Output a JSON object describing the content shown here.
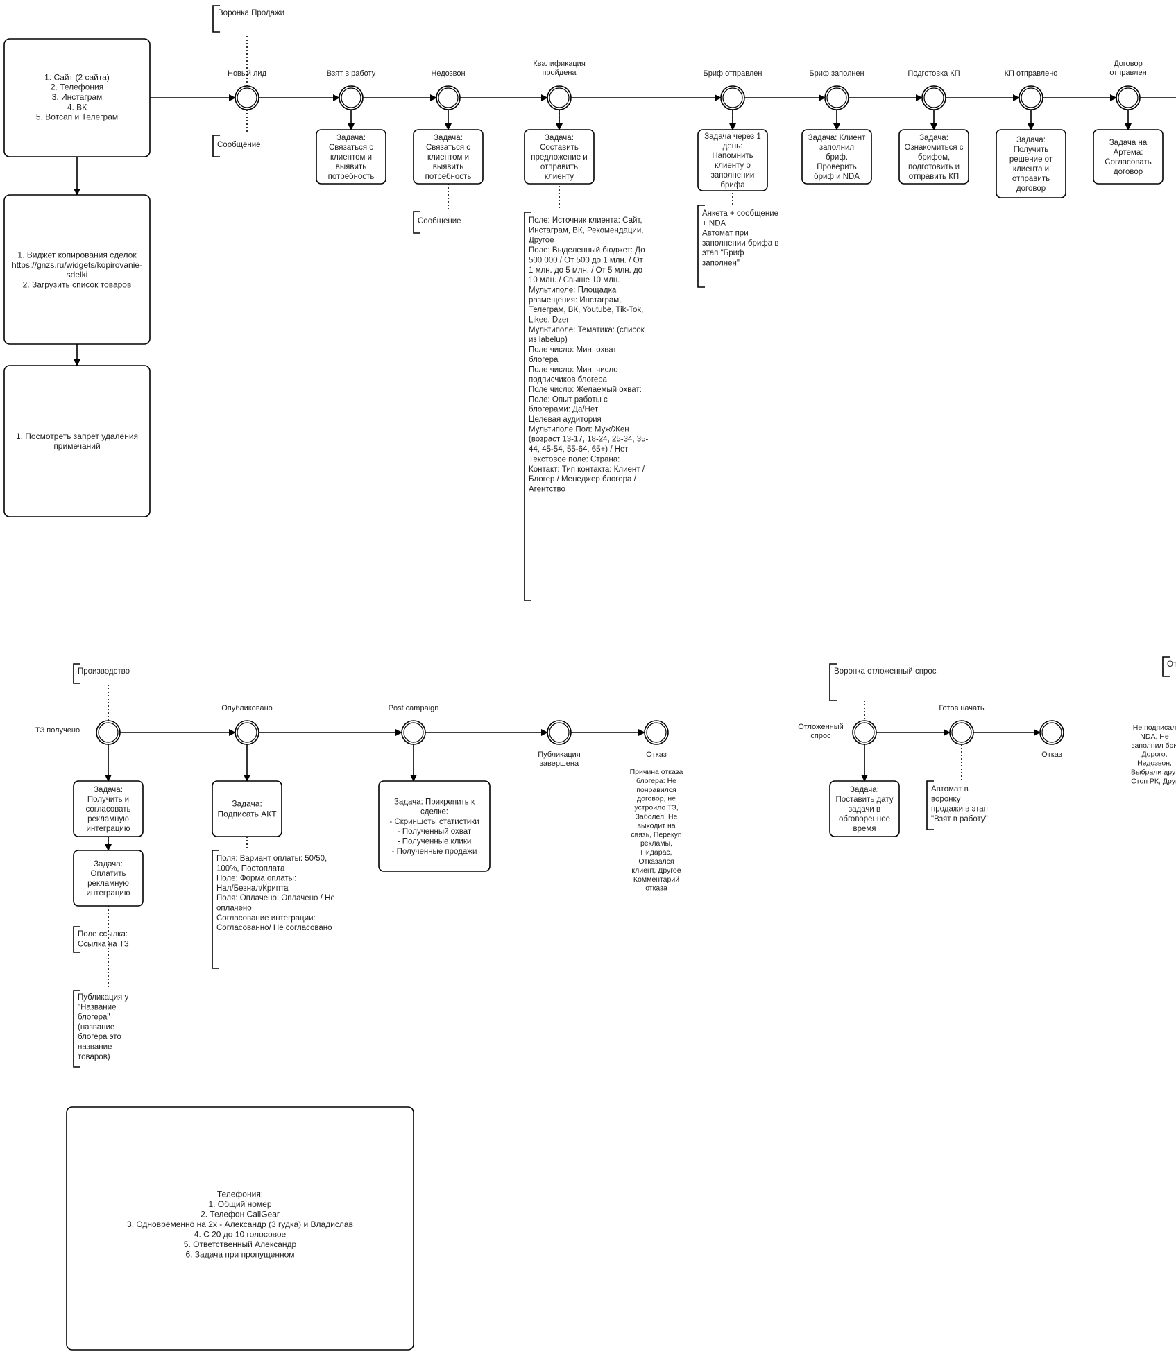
{
  "funnel_sales": {
    "title": "Воронка Продажи",
    "sources_box": [
      "1. Сайт (2 сайта)",
      "2. Телефония",
      "3. Инстаграм",
      "4. ВК",
      "5. Вотсап и Телеграм"
    ],
    "widget_box": [
      "1. Виджет копирования сделок",
      "https://gnzs.ru/widgets/kopirovanie-",
      "sdelki",
      "2. Загрузить список товаров"
    ],
    "notes_box": [
      "1. Посмотреть запрет удаления",
      "примечаний"
    ],
    "stages": [
      {
        "label": [
          "Новый лид"
        ],
        "task": [],
        "note": [
          "Сообщение"
        ]
      },
      {
        "label": [
          "Взят в работу"
        ],
        "task": [
          "Задача:",
          "Связаться с",
          "клиентом и",
          "выявить",
          "потребность"
        ]
      },
      {
        "label": [
          "Недозвон"
        ],
        "task": [
          "Задача:",
          "Связаться с",
          "клиентом и",
          "выявить",
          "потребность"
        ],
        "note": [
          "Сообщение"
        ]
      },
      {
        "label": [
          "Квалификация",
          "пройдена"
        ],
        "task": [
          "Задача:",
          "Составить",
          "предложение и",
          "отправить",
          "клиенту"
        ]
      },
      {
        "label": [
          "Бриф отправлен"
        ],
        "task": [
          "Задача через 1",
          "день:",
          "Напомнить",
          "клиенту о",
          "заполнении",
          "брифа"
        ]
      },
      {
        "label": [
          "Бриф заполнен"
        ],
        "task": [
          "Задача: Клиент",
          "заполнил",
          "бриф.",
          "Проверить",
          "бриф и NDA"
        ]
      },
      {
        "label": [
          "Подготовка КП"
        ],
        "task": [
          "Задача:",
          "Ознакомиться с",
          "брифом,",
          "подготовить и",
          "отправить КП"
        ]
      },
      {
        "label": [
          "КП отправлено"
        ],
        "task": [
          "Задача:",
          "Получить",
          "решение от",
          "клиента и",
          "отправить",
          "договор"
        ]
      },
      {
        "label": [
          "Договор",
          "отправлен"
        ],
        "task": [
          "Задача на",
          "Артема:",
          "Согласовать",
          "договор"
        ]
      }
    ],
    "qualification_fields": [
      "Поле: Источник клиента: Сайт,",
      "Инстаграм, ВК, Рекомендации,",
      "Другое",
      "",
      "Поле: Выделенный бюджет: До",
      "500 000 / От 500 до 1 млн. / От",
      "1 млн. до 5 млн. / От 5 млн. до",
      "10 млн. / Свыше 10 млн.",
      "",
      "Мультиполе: Площадка",
      "размещения: Инстаграм,",
      "Телеграм, ВК, Youtube, Tik-Tok,",
      "Likee, Dzen",
      "",
      "Мультиполе: Тематика: (список",
      "из labelup)",
      "",
      "Поле число: Мин. охват",
      "блогера",
      "",
      "Поле число: Мин. число",
      "подписчиков блогера",
      "",
      "Поле число: Желаемый охват:",
      "",
      "Поле: Опыт работы с",
      "блогерами: Да/Нет",
      "",
      "Целевая аудитория",
      "Мультиполе Пол: Муж/Жен",
      "(возраст 13-17, 18-24, 25-34, 35-",
      "44, 45-54, 55-64, 65+) / Нет",
      "",
      "Текстовое поле: Страна:",
      "",
      "Контакт: Тип контакта: Клиент /",
      "Блогер / Менеджер блогера /",
      "Агентство"
    ],
    "brief_note": [
      "Анкета + сообщение",
      "+ NDA",
      "",
      "Автомат при",
      "заполнении брифа в",
      "этап \"Бриф",
      "заполнен\""
    ]
  },
  "funnel_production": {
    "title": "Производство",
    "start_label": "ТЗ получено",
    "stage_published": "Опубликовано",
    "stage_post_campaign": "Post campaign",
    "stage_publication_done": [
      "Публикация",
      "завершена"
    ],
    "stage_refusal": "Отказ",
    "task_agree": [
      "Задача:",
      "Получить и",
      "согласовать",
      "рекламную",
      "интеграцию"
    ],
    "task_pay": [
      "Задача:",
      "Оплатить",
      "рекламную",
      "интеграцию"
    ],
    "task_sign": [
      "Задача:",
      "Подписать АКТ"
    ],
    "task_attach": [
      "Задача: Прикрепить к",
      "сделке:",
      "- Скриншоты статистики",
      "- Полученный охват",
      "- Полученные клики",
      "- Полученные продажи"
    ],
    "link_note": [
      "Поле ссылка:",
      "Ссылка на ТЗ"
    ],
    "publication_note": [
      "Публикация у",
      "\"Название",
      "блогера\"",
      "(название",
      "блогера это",
      "название",
      "товаров)"
    ],
    "payment_fields": [
      "Поля: Вариант оплаты: 50/50,",
      "100%, Постоплата",
      "",
      "Поле: Форма оплаты:",
      "Нал/Безнал/Крипта",
      "",
      "Поля: Оплачено: Оплачено / Не",
      "оплачено",
      "",
      "Согласование интеграции:",
      "Согласованно/ Не согласовано"
    ],
    "refusal_reasons": [
      "Причина отказа",
      "блогера: Не",
      "понравился",
      "договор, не",
      "устроило ТЗ,",
      "Заболел, Не",
      "выходит на",
      "связь, Перекуп",
      "рекламы,",
      "Пидарас,",
      "Отказался",
      "клиент, Другое",
      "",
      "Комментарий",
      "отказа"
    ]
  },
  "funnel_deferred": {
    "title": "Воронка отложенный спрос",
    "start_label": [
      "Отложенный",
      "спрос"
    ],
    "stage_ready": "Готов начать",
    "stage_refusal": "Отказ",
    "task_date": [
      "Задача:",
      "Поставить дату",
      "задачи в",
      "обговоренное",
      "время"
    ],
    "auto_note": [
      "Автомат в",
      "воронку",
      "продажи в этап",
      "\"Взят в работу\""
    ]
  },
  "cut_off": {
    "title_fragment": "От",
    "reasons": [
      "Не подписал",
      "NDA, Не",
      "заполнил бри",
      "Дорого,",
      "Недозвон,",
      "Выбрали друг",
      "Стоп РК, Друг"
    ]
  },
  "telephony_box": [
    "Телефония:",
    "",
    "1. Общий номер",
    "2. Телефон CallGear",
    "3. Одновременно на 2х - Александр (3 гудка) и Владислав",
    "4. С 20 до 10 голосовое",
    "5. Ответственный Александр",
    "6. Задача при пропущенном"
  ]
}
